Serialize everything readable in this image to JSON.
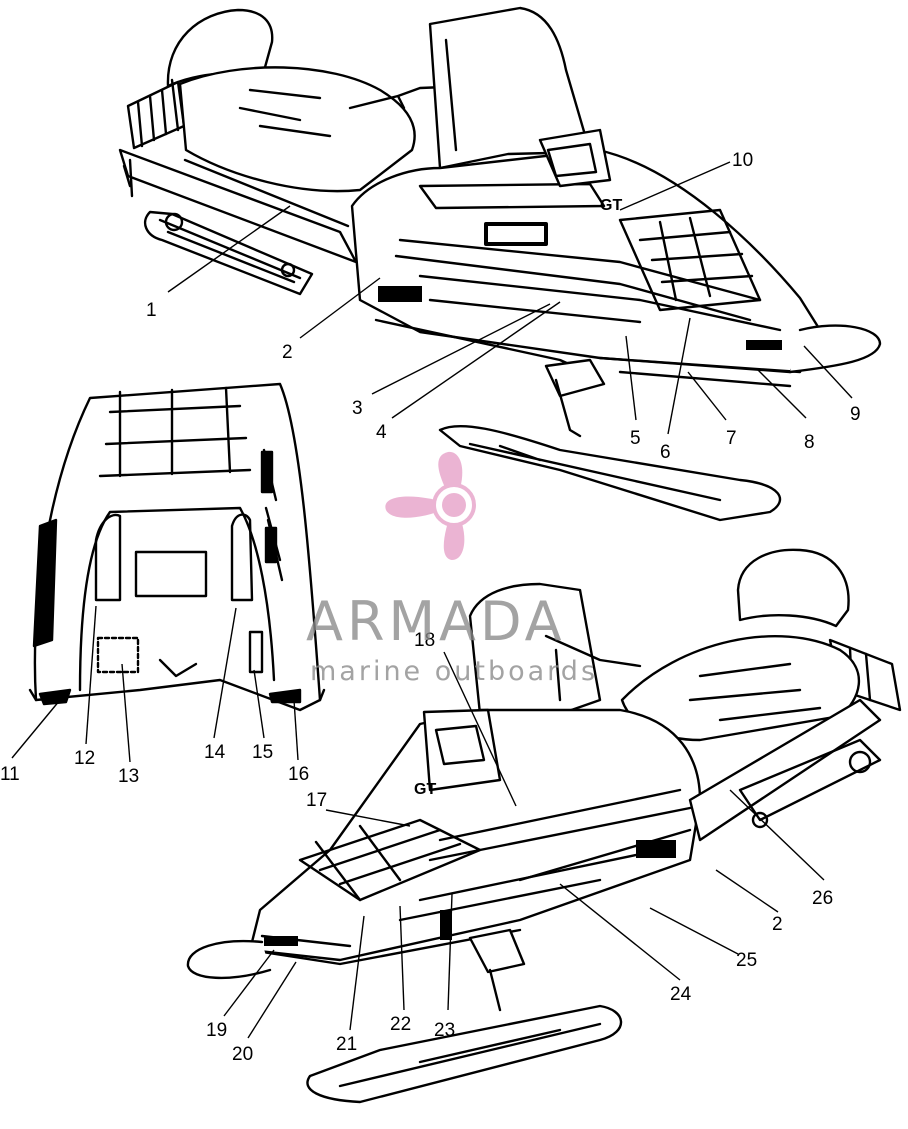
{
  "callouts": [
    "1",
    "2",
    "3",
    "4",
    "5",
    "6",
    "7",
    "8",
    "9",
    "10",
    "11",
    "12",
    "13",
    "14",
    "15",
    "16",
    "17",
    "18",
    "19",
    "20",
    "21",
    "22",
    "23",
    "24",
    "25",
    "26",
    "2"
  ],
  "watermark": {
    "title": "ARMADA",
    "subtitle": "marine outboards",
    "color": "#e8a8cc"
  },
  "decals": {
    "hood_text": "GT"
  }
}
